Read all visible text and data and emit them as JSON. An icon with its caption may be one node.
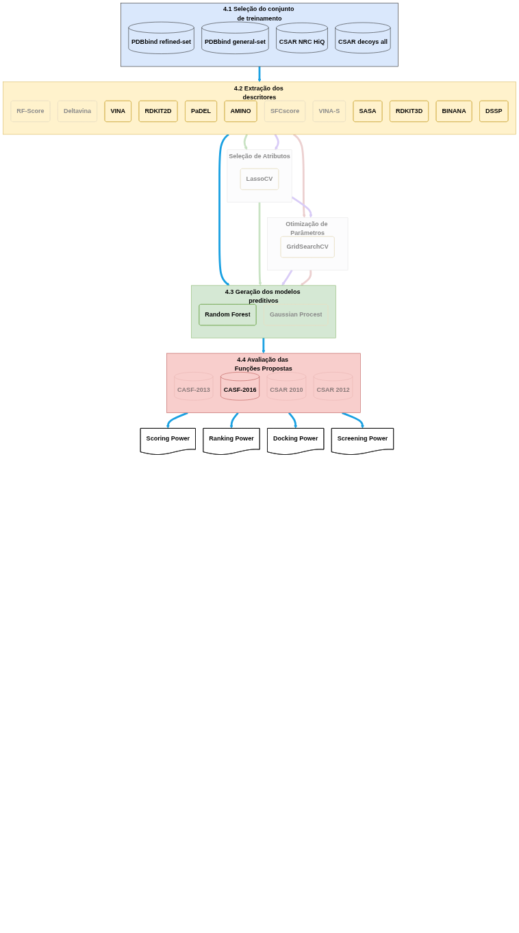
{
  "diagram": {
    "nodes": [
      {
        "text": [
          "4.1 Seleção do conjunto de treinamento"
        ]
      },
      {
        "text": [
          "PDBbind refined-set"
        ],
        "in": 0
      },
      {
        "text": [
          "PDBbind general-set"
        ],
        "in": 0
      },
      {
        "text": [
          "CSAR NRC HiQ"
        ],
        "in": 0
      },
      {
        "text": [
          "CSAR decoys all"
        ],
        "in": 0
      },
      {
        "text": [
          "4.2 Extração dos descritores"
        ]
      },
      {
        "text": [
          "RF-Score"
        ],
        "in": 5
      },
      {
        "text": [
          "Deltavina"
        ],
        "in": 5
      },
      {
        "text": [
          "VINA"
        ],
        "in": 5
      },
      {
        "text": [
          "RDKIT2D"
        ],
        "in": 5
      },
      {
        "text": [
          "PaDEL"
        ],
        "in": 5
      },
      {
        "text": [
          "AMINO"
        ],
        "in": 5
      },
      {
        "text": [
          "SFCscore"
        ],
        "in": 5
      },
      {
        "text": [
          "VINA-S"
        ],
        "in": 5
      },
      {
        "text": [
          "SASA"
        ],
        "in": 5
      },
      {
        "text": [
          "RDKIT3D"
        ],
        "in": 5
      },
      {
        "text": [
          "BINANA"
        ],
        "in": 5
      },
      {
        "text": [
          "DSSP"
        ],
        "in": 5
      },
      {
        "text": [
          "Seleção de Atributos"
        ]
      },
      {
        "text": [
          "LassoCV"
        ],
        "in": 18
      },
      {
        "text": [
          "Otimização de Parâmetros"
        ]
      },
      {
        "text": [
          "GridSearchCV"
        ],
        "in": 20
      },
      {
        "text": [
          "4.3 Geração dos modelos preditivos"
        ]
      },
      {
        "text": [
          "Random Forest"
        ],
        "in": 22
      },
      {
        "text": [
          "Gaussian Procest"
        ],
        "in": 22
      },
      {
        "text": [
          "4.4 Avaliação das Funções Propostas"
        ]
      },
      {
        "text": [
          "CASF-2013"
        ],
        "in": 25
      },
      {
        "text": [
          "CASF-2016"
        ],
        "in": 25
      },
      {
        "text": [
          "CSAR 2010"
        ],
        "in": 25
      },
      {
        "text": [
          "CSAR 2012"
        ],
        "in": 25
      },
      {
        "text": [
          "Scoring Power"
        ]
      },
      {
        "text": [
          "Ranking Power"
        ]
      },
      {
        "text": [
          "Docking Power"
        ]
      },
      {
        "text": [
          "Screening Power"
        ]
      }
    ],
    "edges": [
      {
        "from": 0,
        "to": 5,
        "arrow": "to"
      },
      {
        "from": 5,
        "to": 22,
        "arrow": "to"
      },
      {
        "from": 5,
        "to": 18,
        "arrow": "to",
        "color": "#c9e3c4"
      },
      {
        "from": 5,
        "to": 18,
        "arrow": "to",
        "color": "#d9ccf7"
      },
      {
        "from": 5,
        "to": 20,
        "arrow": "to",
        "color": "#ecd0d0"
      },
      {
        "from": 18,
        "to": 20,
        "arrow": "to",
        "color": "#d9ccf7"
      },
      {
        "from": 18,
        "to": 22,
        "arrow": "to",
        "color": "#c9e3c4"
      },
      {
        "from": 20,
        "to": 22,
        "arrow": "to",
        "color": "#d9ccf7"
      },
      {
        "from": 20,
        "to": 22,
        "arrow": "to",
        "color": "#ecd0d0"
      },
      {
        "from": 22,
        "to": 25,
        "arrow": "to"
      },
      {
        "from": 25,
        "to": 30,
        "arrow": "to"
      },
      {
        "from": 25,
        "to": 31,
        "arrow": "to"
      },
      {
        "from": 25,
        "to": 32,
        "arrow": "to"
      },
      {
        "from": 25,
        "to": 33,
        "arrow": "to"
      }
    ]
  }
}
